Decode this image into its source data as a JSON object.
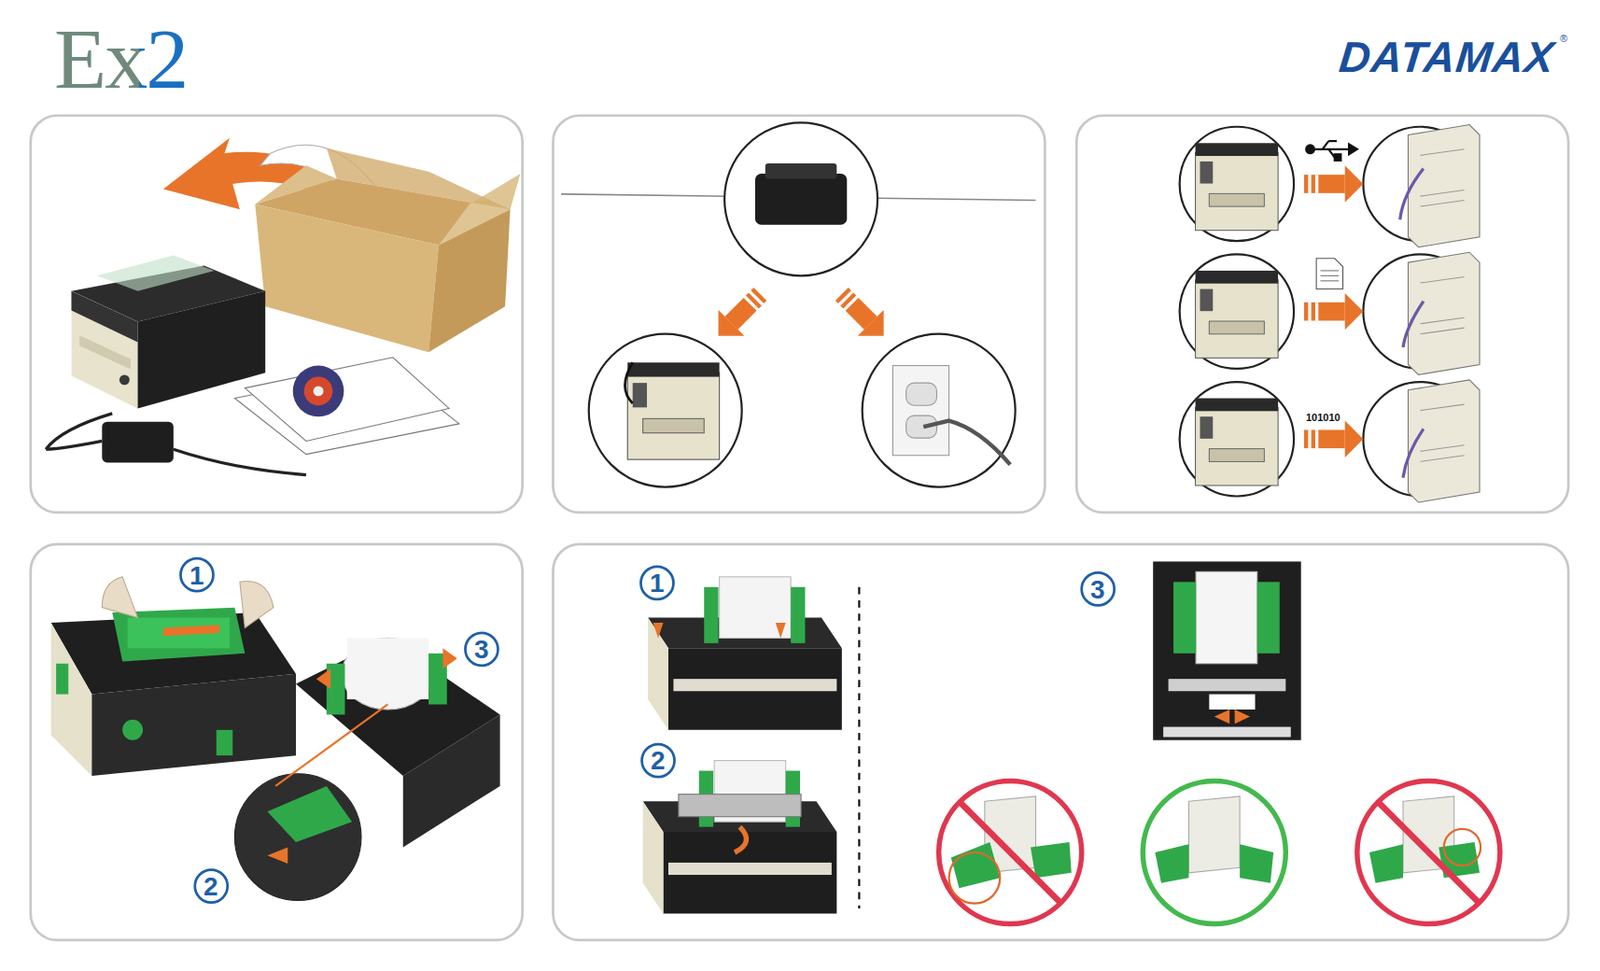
{
  "diagram": {
    "title": "Ex2",
    "labels": [
      "DATAMAX",
      "®",
      "101010",
      "1",
      "3",
      "2",
      "1",
      "2",
      "3"
    ]
  }
}
